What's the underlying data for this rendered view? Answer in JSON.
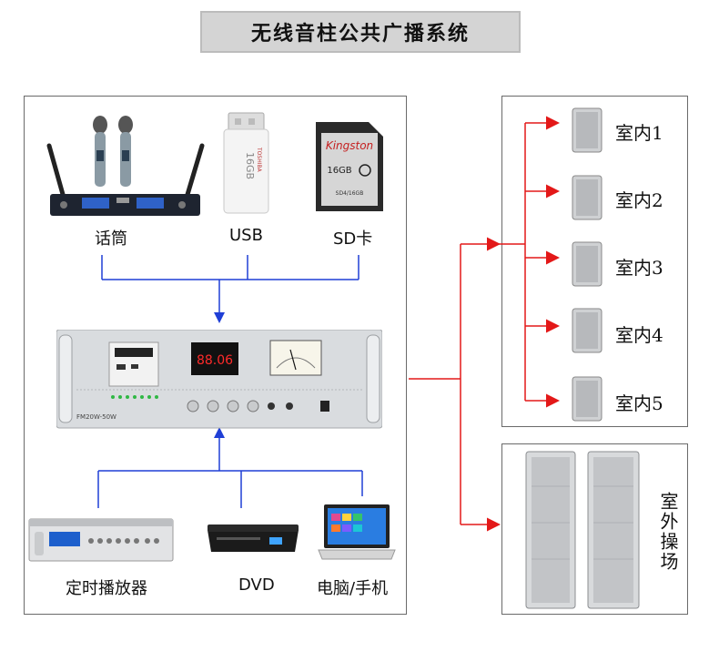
{
  "title": "无线音柱公共广播系统",
  "inputs_top": [
    {
      "label": "话筒",
      "icon": "wireless-microphone-icon"
    },
    {
      "label": "USB",
      "icon": "usb-drive-icon"
    },
    {
      "label": "SD卡",
      "icon": "sd-card-icon"
    }
  ],
  "inputs_bottom": [
    {
      "label": "定时播放器",
      "icon": "timer-player-icon"
    },
    {
      "label": "DVD",
      "icon": "dvd-player-icon"
    },
    {
      "label": "电脑/手机",
      "icon": "laptop-icon"
    }
  ],
  "usb_text": "16GB",
  "usb_brand": "TOSHIBA",
  "sd_brand": "Kingston",
  "sd_capacity": "16GB",
  "sd_model": "SD4/16GB",
  "amp_display": "88.06",
  "amp_model": "FM20W-50W",
  "indoor_speakers": [
    "室内1",
    "室内2",
    "室内3",
    "室内4",
    "室内5"
  ],
  "outdoor_label": "室外操场",
  "colors": {
    "blue_line": "#1f3fd6",
    "red_line": "#e31818",
    "panel_border": "#6a6a6a"
  }
}
